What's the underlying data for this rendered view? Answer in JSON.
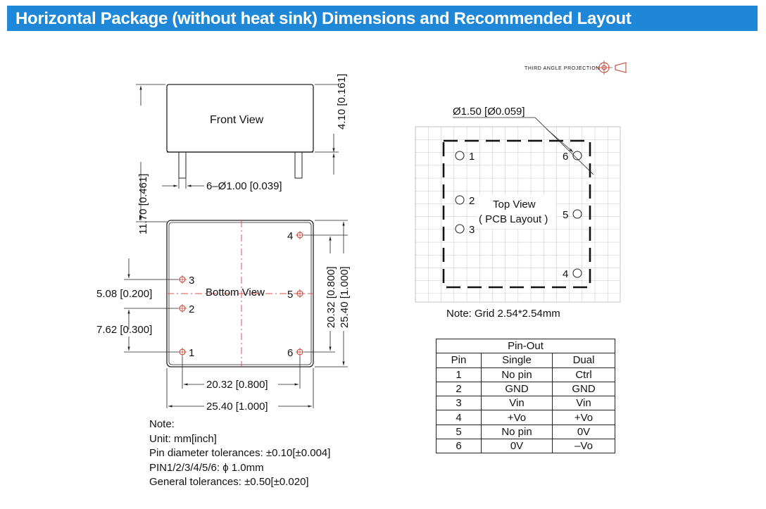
{
  "header": {
    "title": "Horizontal Package (without heat sink) Dimensions and Recommended Layout"
  },
  "projection": {
    "label": "THIRD ANGLE PROJECTION"
  },
  "front_view": {
    "label": "Front View",
    "height_dim": "4.10 [0.161]",
    "total_height_dim": "11.70 [0.461]",
    "pin_dim": "6–Ø1.00 [0.039]"
  },
  "bottom_view": {
    "label": "Bottom View",
    "pin_labels": [
      "1",
      "2",
      "3",
      "4",
      "5",
      "6"
    ],
    "dim_left_top": "5.08 [0.200]",
    "dim_left_bottom": "7.62 [0.300]",
    "dim_right_inner": "20.32 [0.800]",
    "dim_right_outer": "25.40 [1.000]",
    "dim_bottom_inner": "20.32 [0.800]",
    "dim_bottom_outer": "25.40 [1.000]"
  },
  "top_view": {
    "hole_dim": "Ø1.50 [Ø0.059]",
    "label_line1": "Top View",
    "label_line2": "( PCB Layout )",
    "pin_labels": [
      "1",
      "2",
      "3",
      "4",
      "5",
      "6"
    ],
    "grid_note": "Note: Grid 2.54*2.54mm"
  },
  "pinout": {
    "title": "Pin-Out",
    "headers": [
      "Pin",
      "Single",
      "Dual"
    ],
    "rows": [
      [
        "1",
        "No pin",
        "Ctrl"
      ],
      [
        "2",
        "GND",
        "GND"
      ],
      [
        "3",
        "Vin",
        "Vin"
      ],
      [
        "4",
        "+Vo",
        "+Vo"
      ],
      [
        "5",
        "No pin",
        "0V"
      ],
      [
        "6",
        "0V",
        "–Vo"
      ]
    ]
  },
  "notes": {
    "heading": "Note:",
    "unit": "Unit: mm[inch]",
    "pin_tolerance": "Pin diameter tolerances: ±0.10[±0.004]",
    "pin_diameter": "PIN1/2/3/4/5/6: ϕ 1.0mm",
    "general_tolerance": "General tolerances: ±0.50[±0.020]"
  }
}
